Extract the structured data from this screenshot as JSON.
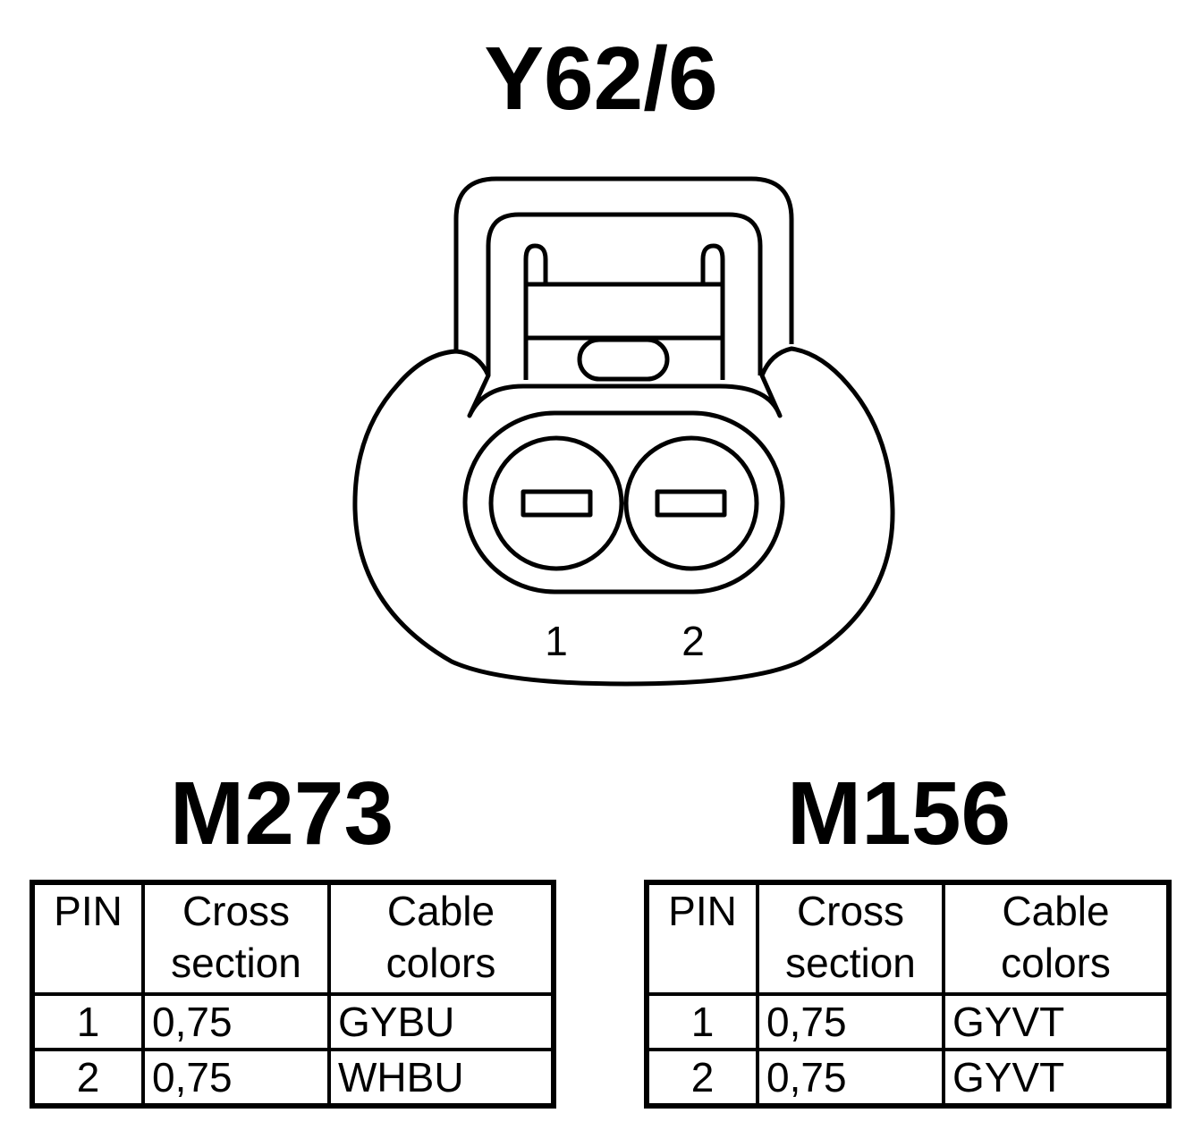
{
  "connector": {
    "title": "Y62/6",
    "pin_labels": [
      "1",
      "2"
    ]
  },
  "tables": [
    {
      "title": "M273",
      "headers": {
        "pin": "PIN",
        "cross_section": [
          "Cross",
          "section"
        ],
        "cable_colors": [
          "Cable",
          "colors"
        ]
      },
      "rows": [
        {
          "pin": "1",
          "cross_section": "0,75",
          "color": "GYBU"
        },
        {
          "pin": "2",
          "cross_section": "0,75",
          "color": "WHBU"
        }
      ]
    },
    {
      "title": "M156",
      "headers": {
        "pin": "PIN",
        "cross_section": [
          "Cross",
          "section"
        ],
        "cable_colors": [
          "Cable",
          "colors"
        ]
      },
      "rows": [
        {
          "pin": "1",
          "cross_section": "0,75",
          "color": "GYVT"
        },
        {
          "pin": "2",
          "cross_section": "0,75",
          "color": "GYVT"
        }
      ]
    }
  ]
}
